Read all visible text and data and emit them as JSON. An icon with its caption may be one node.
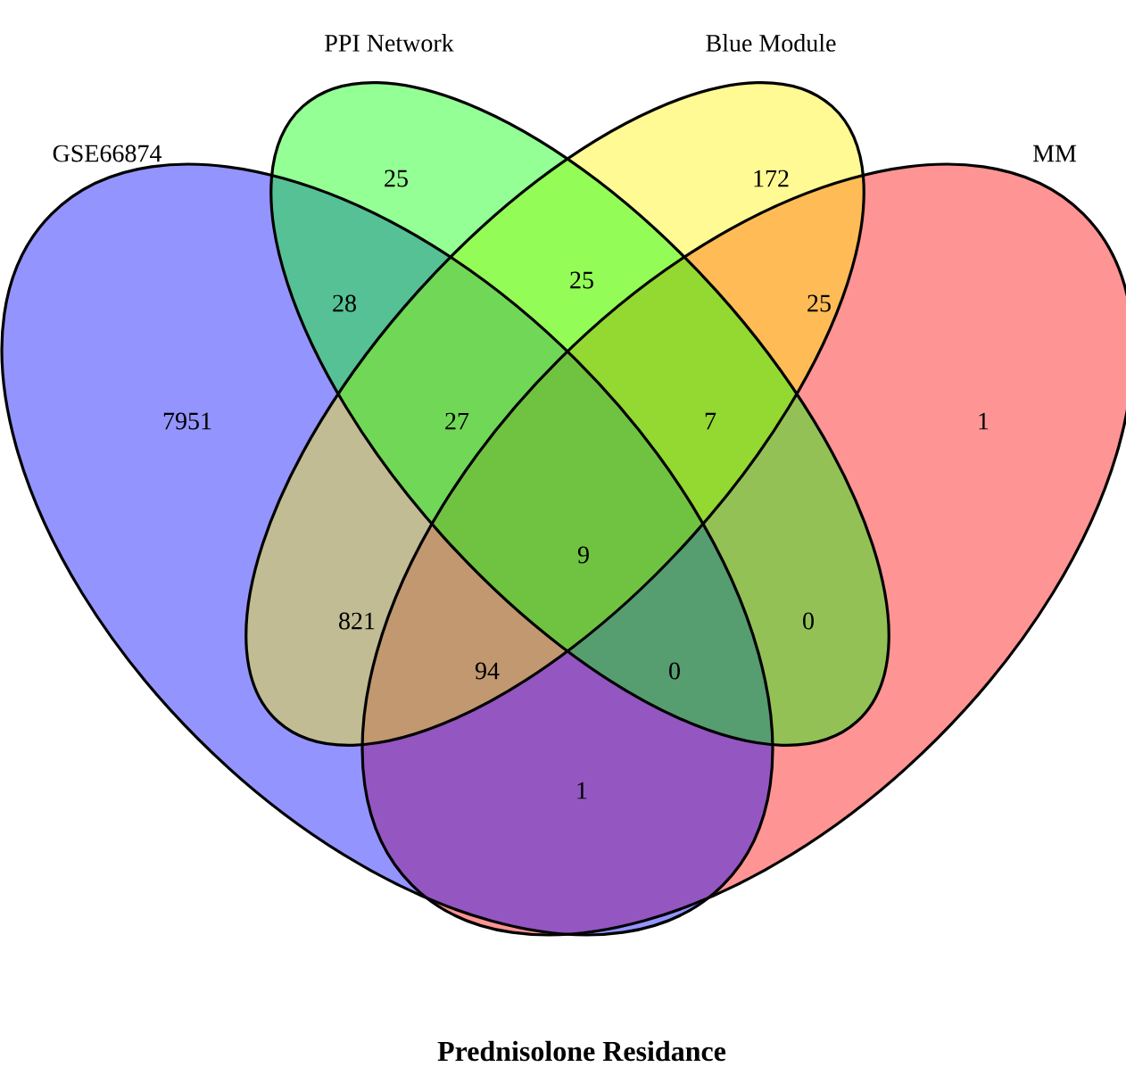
{
  "diagram": {
    "caption": "Prednisolone Residance",
    "nodes": [
      {
        "text": [
          "GSE66874"
        ]
      },
      {
        "text": [
          "PPI Network"
        ]
      },
      {
        "text": [
          "Blue Module"
        ]
      },
      {
        "text": [
          "MM"
        ]
      }
    ],
    "labels": [
      "25",
      "172",
      "25",
      "28",
      "25",
      "7951",
      "27",
      "7",
      "1",
      "9",
      "821",
      "0",
      "94",
      "0",
      "1"
    ]
  }
}
